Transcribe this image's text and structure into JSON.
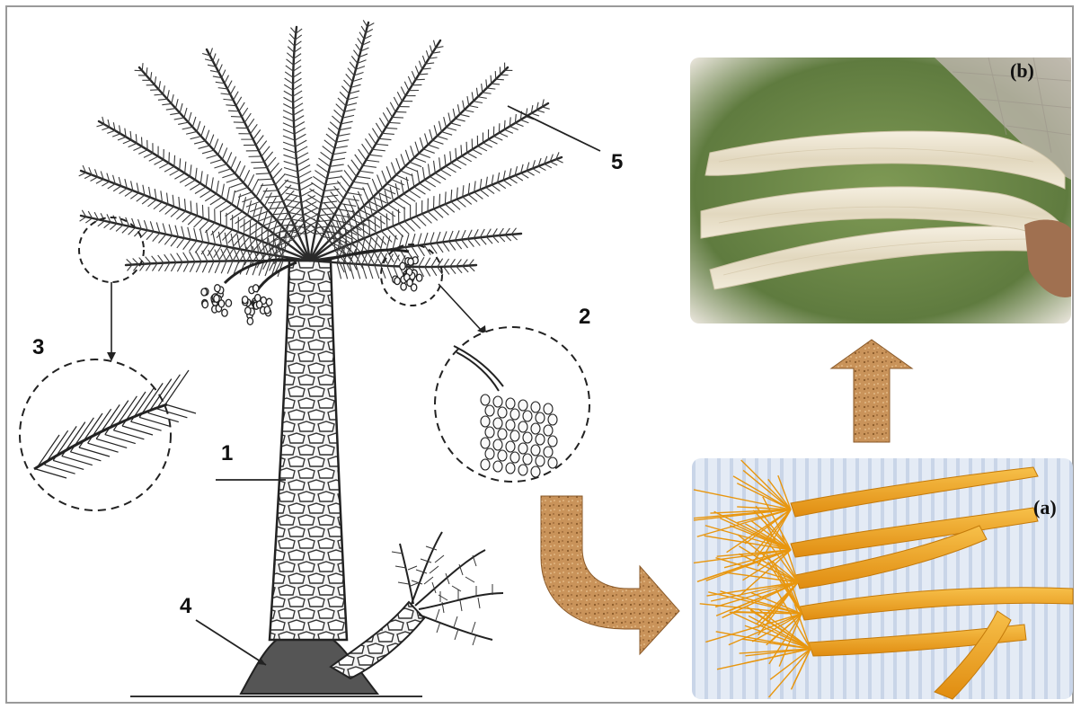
{
  "labels": {
    "trunk": "1",
    "fruit_bunch": "2",
    "leaflet": "3",
    "base": "4",
    "frond": "5"
  },
  "panels": {
    "a": "(a)",
    "b": "(b)"
  },
  "colors": {
    "ink": "#1a1a1a",
    "arrow_fill": "#c89458",
    "fiber_cream": "#ebe3cf",
    "petiole_orange": "#f0a81c",
    "grass": "#6f8c4a",
    "cloth_blue": "#dde6f2"
  }
}
